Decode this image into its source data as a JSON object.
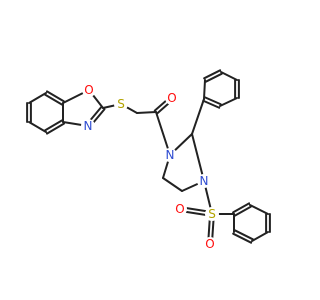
{
  "molecule": {
    "colors": {
      "bond": "#222222",
      "O": "#ff0d0d",
      "N": "#2f4cd1",
      "S": "#b3a400"
    },
    "atom_labels": {
      "oxazole_O": "O",
      "oxazole_N": "N",
      "thioether_S": "S",
      "carbonyl_O": "O",
      "imidazolidine_N1": "N",
      "imidazolidine_N3": "N",
      "sulfonyl_S": "S",
      "sulfonyl_O_top": "O",
      "sulfonyl_O_bottom": "O"
    }
  }
}
